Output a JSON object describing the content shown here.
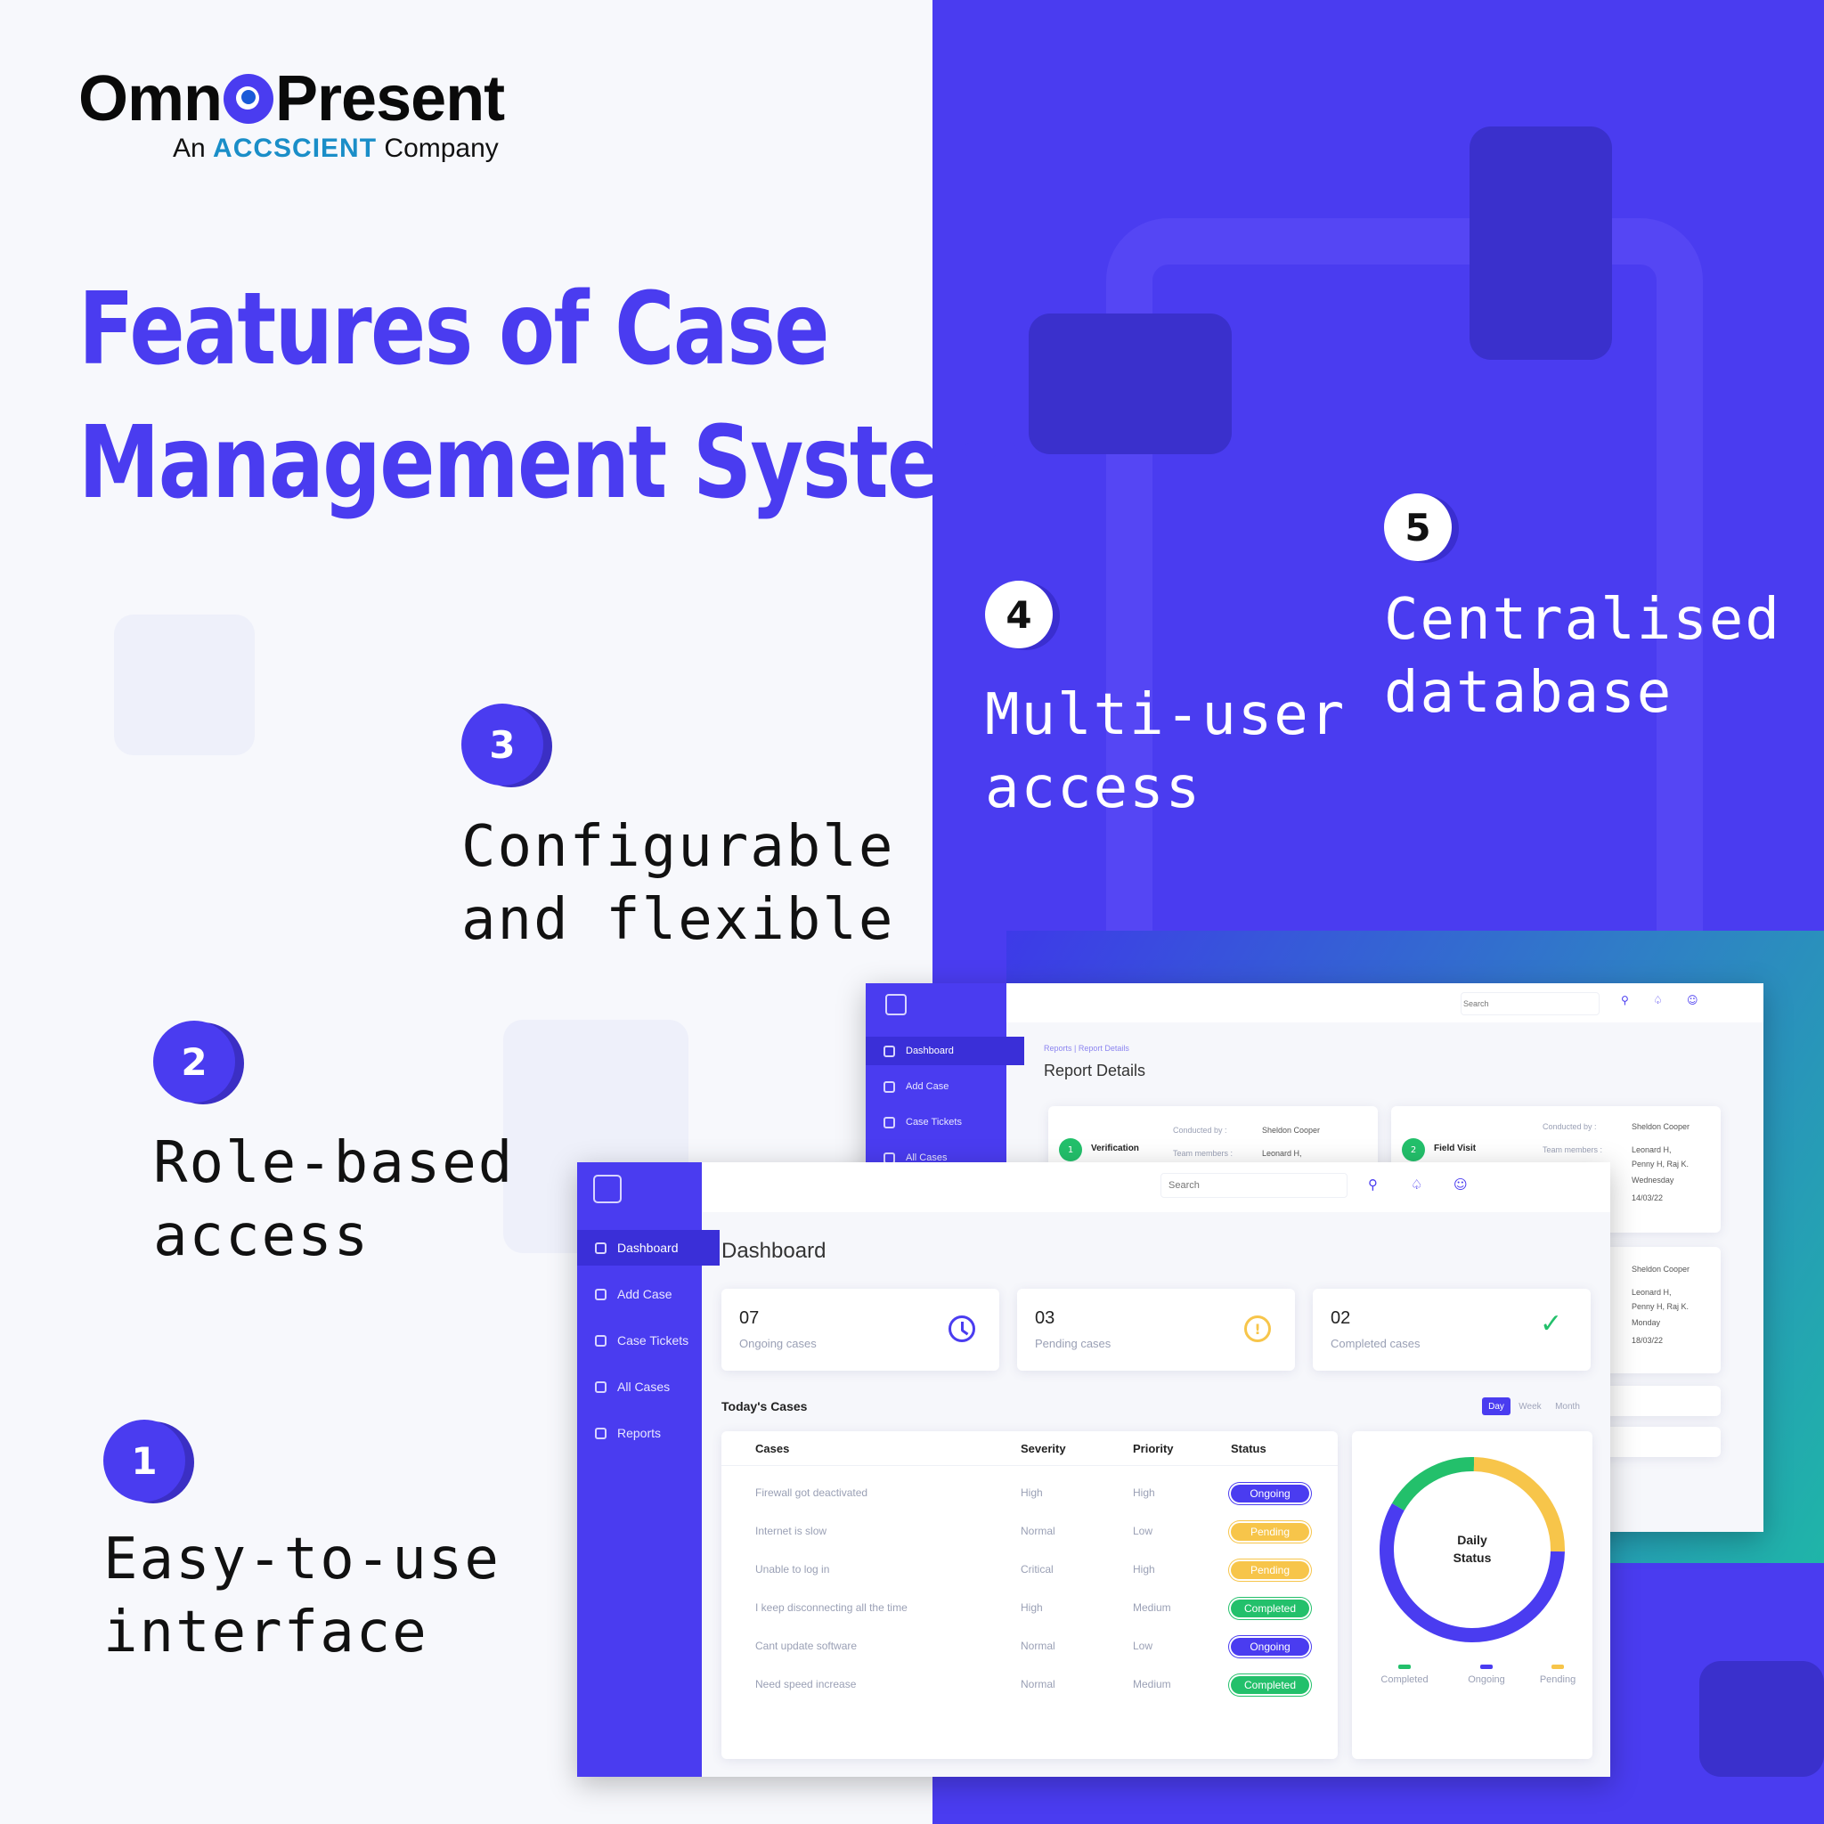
{
  "brand": {
    "logo_main": "Omn●Present",
    "logo_part1": "Omn",
    "logo_part2": "Present",
    "sub_prefix": "An",
    "sub_brand": "ACCSCIENT",
    "sub_suffix": "Company"
  },
  "headline": {
    "line1": "Features of Case",
    "line2": "Management System"
  },
  "features": [
    {
      "number": "1",
      "line1": "Easy-to-use",
      "line2": "interface"
    },
    {
      "number": "2",
      "line1": "Role-based",
      "line2": "access"
    },
    {
      "number": "3",
      "line1": "Configurable",
      "line2": "and flexible"
    },
    {
      "number": "4",
      "line1": "Multi-user",
      "line2": "access"
    },
    {
      "number": "5",
      "line1": "Centralised",
      "line2": "database"
    }
  ],
  "colors": {
    "primary": "#4a3cf0",
    "ongoing": "#4a3cf0",
    "pending": "#f7c54a",
    "completed": "#23c06b"
  },
  "back_window": {
    "sidebar": [
      "Dashboard",
      "Add Case",
      "Case Tickets",
      "All Cases"
    ],
    "search_placeholder": "Search",
    "breadcrumb": "Reports | Report Details",
    "title": "Report Details",
    "step1": {
      "num": "1",
      "name": "Verification",
      "conducted_label": "Conducted by :",
      "conducted": "Sheldon Cooper",
      "team_label": "Team members :",
      "team": "Leonard H,"
    },
    "step2": {
      "num": "2",
      "name": "Field Visit",
      "conducted_label": "Conducted by :",
      "conducted": "Sheldon Cooper",
      "team_label": "Team members :",
      "team1": "Leonard H,",
      "team2": "Penny H, Raj K.",
      "day": "Wednesday",
      "date": "14/03/22"
    },
    "step3": {
      "conducted": "Sheldon Cooper",
      "team1": "Leonard H,",
      "team2": "Penny H, Raj K.",
      "day": "Monday",
      "date": "18/03/22"
    }
  },
  "dashboard": {
    "sidebar": [
      "Dashboard",
      "Add Case",
      "Case Tickets",
      "All Cases",
      "Reports"
    ],
    "search_placeholder": "Search",
    "title": "Dashboard",
    "kpis": [
      {
        "value": "07",
        "label": "Ongoing cases",
        "icon": "clock-icon"
      },
      {
        "value": "03",
        "label": "Pending cases",
        "icon": "alert-icon"
      },
      {
        "value": "02",
        "label": "Completed cases",
        "icon": "check-icon"
      }
    ],
    "todays_cases": "Today's Cases",
    "range_tabs": [
      "Day",
      "Week",
      "Month"
    ],
    "table_headers": [
      "Cases",
      "Severity",
      "Priority",
      "Status"
    ],
    "rows": [
      {
        "case": "Firewall got deactivated",
        "severity": "High",
        "priority": "High",
        "status": "Ongoing"
      },
      {
        "case": "Internet is slow",
        "severity": "Normal",
        "priority": "Low",
        "status": "Pending"
      },
      {
        "case": "Unable to log in",
        "severity": "Critical",
        "priority": "High",
        "status": "Pending"
      },
      {
        "case": "I keep disconnecting all the time",
        "severity": "High",
        "priority": "Medium",
        "status": "Completed"
      },
      {
        "case": "Cant update software",
        "severity": "Normal",
        "priority": "Low",
        "status": "Ongoing"
      },
      {
        "case": "Need speed increase",
        "severity": "Normal",
        "priority": "Medium",
        "status": "Completed"
      }
    ],
    "donut_label_1": "Daily",
    "donut_label_2": "Status",
    "legend": [
      "Completed",
      "Ongoing",
      "Pending"
    ]
  },
  "chart_data": {
    "type": "pie",
    "title": "Daily Status",
    "categories": [
      "Completed",
      "Ongoing",
      "Pending"
    ],
    "values": [
      17,
      58,
      25
    ]
  }
}
